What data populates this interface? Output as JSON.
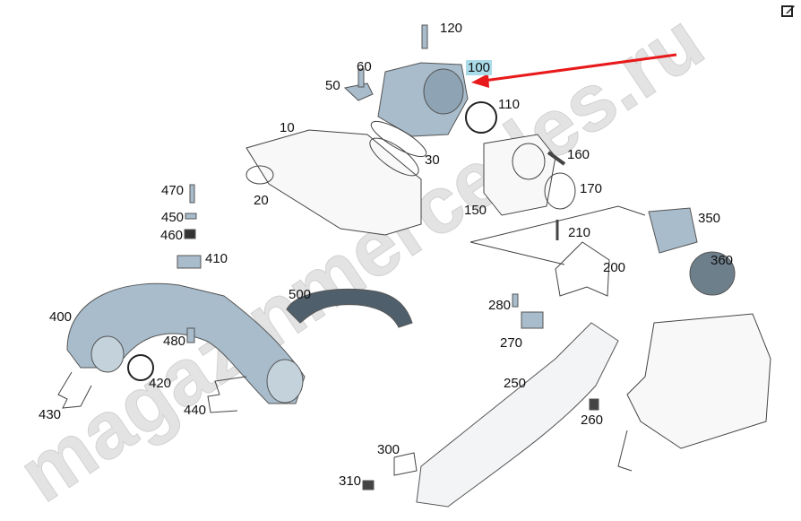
{
  "watermark": "magazinmercedes.ru",
  "highlighted_part": "100",
  "colors": {
    "part_fill": "#a8bccb",
    "highlight": "#a9dbe9",
    "arrow": "#e8191a"
  },
  "labels": [
    "120",
    "60",
    "100",
    "50",
    "110",
    "10",
    "30",
    "160",
    "170",
    "20",
    "470",
    "450",
    "460",
    "150",
    "210",
    "350",
    "200",
    "410",
    "360",
    "500",
    "280",
    "400",
    "270",
    "480",
    "250",
    "420",
    "440",
    "430",
    "260",
    "300",
    "310"
  ],
  "toolbar": {
    "edit_icon": "edit-icon"
  }
}
